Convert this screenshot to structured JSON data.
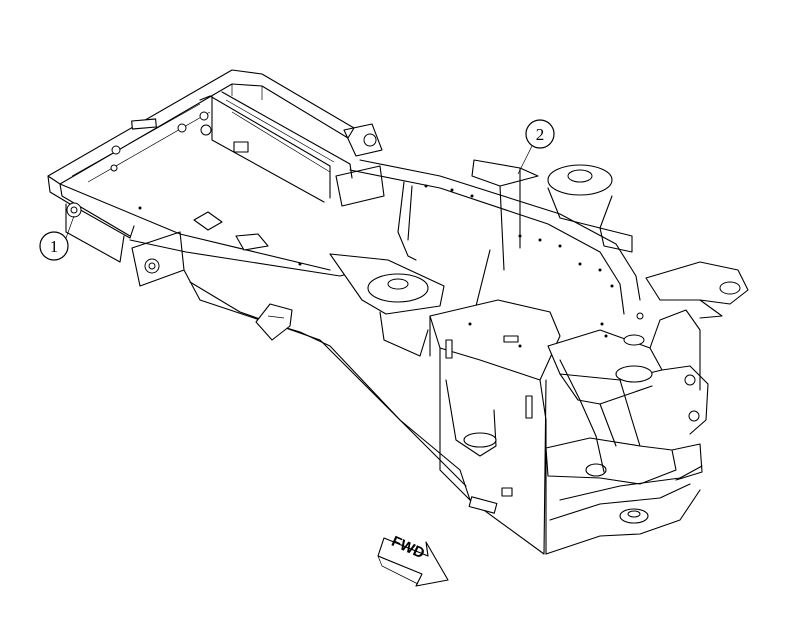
{
  "callouts": [
    {
      "label": "1"
    },
    {
      "label": "2"
    }
  ],
  "direction_arrow": {
    "label": "FWD"
  }
}
